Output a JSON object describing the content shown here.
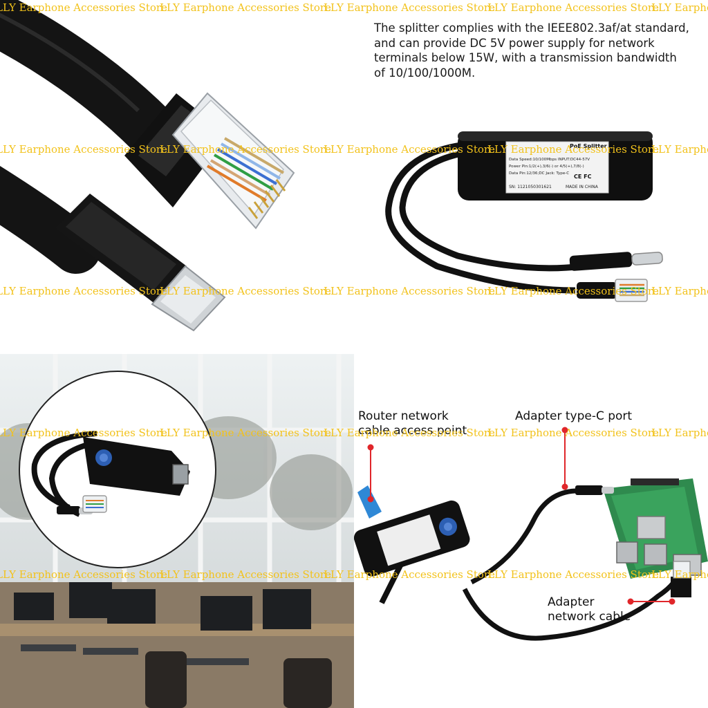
{
  "watermark": {
    "text": "LLY Earphone Accessories Store",
    "color": "#f2c21b"
  },
  "description": {
    "lines": [
      "The splitter complies with the IEEE802.3af/at standard,",
      "and can provide DC 5V power supply for network",
      "terminals below 15W, with a transmission bandwidth",
      "of 10/100/1000M."
    ]
  },
  "device_label": {
    "title": "PoE Splitter",
    "speed": "Data Speed:10/100Mbps  INPUT:DC44-57V",
    "power_pin": "Power Pin:1/2(+),3/6(-) or 4/5(+),7/8(-)",
    "data_pin": "Data Pin:12/36;DC Jack: Type-C",
    "serial": "SN:  1121050301621",
    "made_in": "MADE IN CHINA",
    "marks": "CE  FC"
  },
  "callouts": {
    "router_lines": [
      "Router network",
      "cable access point"
    ],
    "typec_line": "Adapter type-C port",
    "adapter_lines": [
      "Adapter",
      "network cable"
    ],
    "pointer_color": "#e0262a"
  }
}
